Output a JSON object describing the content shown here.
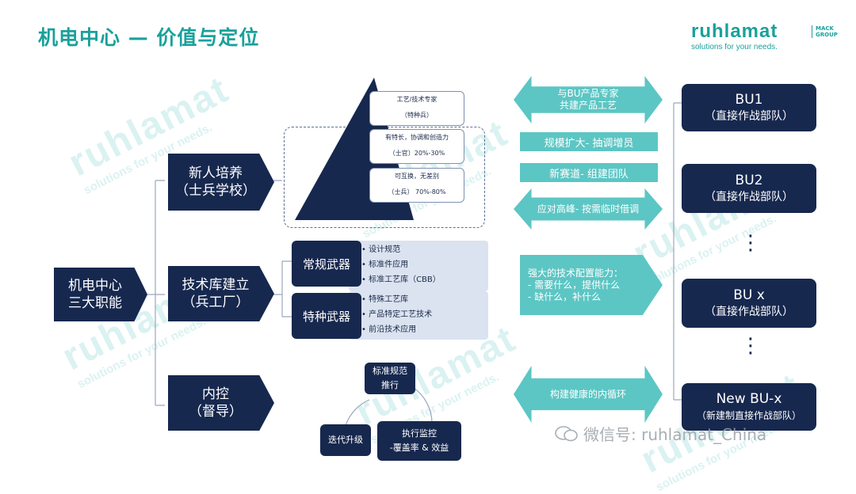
{
  "title": "机电中心 — 价值与定位",
  "logo": {
    "word": "ruhlamat",
    "tagline": "solutions for your needs.",
    "group": "MACK GROUP"
  },
  "center": "机电中心\n三大职能",
  "functions": [
    {
      "label": "新人培养\n（士兵学校）"
    },
    {
      "label": "技术库建立\n（兵工厂）"
    },
    {
      "label": "内控\n（督导）"
    }
  ],
  "pyramid": [
    {
      "text": "工艺/技术专家\n（特种兵）"
    },
    {
      "text": "有特长，协调和创造力\n（士官）20%-30%"
    },
    {
      "text": "可互换，无差别\n（士兵） 70%-80%"
    }
  ],
  "weapons": [
    {
      "label": "常规武器",
      "items": [
        "设计规范",
        "标准件应用",
        "标准工艺库（CBB）"
      ]
    },
    {
      "label": "特种武器",
      "items": [
        "特殊工艺库",
        "产品特定工艺技术",
        "前沿技术应用"
      ]
    }
  ],
  "cycle": [
    {
      "text": "标准规范\n推行"
    },
    {
      "text": "迭代升级"
    },
    {
      "text": "执行监控\n-覆盖率 & 效益"
    }
  ],
  "links": {
    "bu_expert": "与BU产品专家\n共建产品工艺",
    "scale": "规模扩大- 抽调增员",
    "new_track": "新赛道- 组建团队",
    "peak": "应对高峰- 按需临时借调",
    "capability": "强大的技术配置能力：\n- 需要什么，提供什么\n- 缺什么，补什么",
    "cycle": "构建健康的内循环"
  },
  "bus": [
    {
      "name": "BU1",
      "desc": "（直接作战部队）"
    },
    {
      "name": "BU2",
      "desc": "（直接作战部队）"
    },
    {
      "name": "BU x",
      "desc": "（直接作战部队）"
    },
    {
      "name": "New BU-x",
      "desc": "（新建制直接作战部队）"
    }
  ],
  "dots": "⋮",
  "footer": "微信号: ruhlamat_China",
  "colors": {
    "navy": "#17284f",
    "teal": "#5cc6c4",
    "title": "#1aa19b",
    "light": "#dbe3f0"
  }
}
